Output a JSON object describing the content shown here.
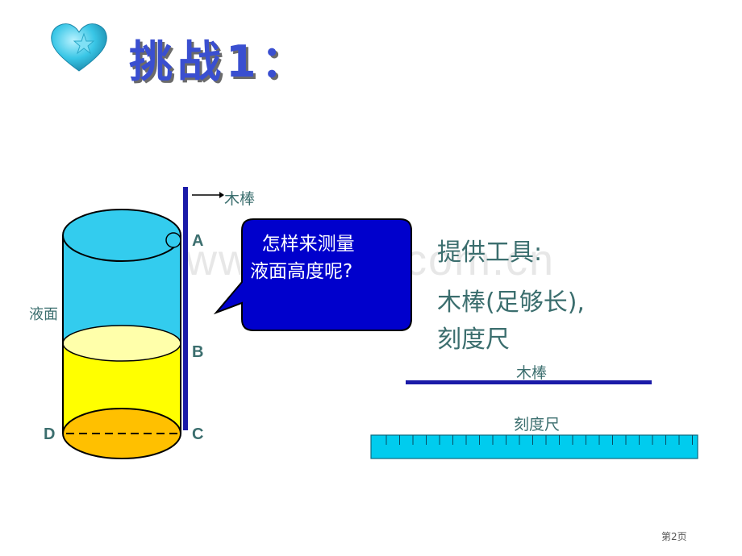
{
  "slide": {
    "title": "挑战1：",
    "heart_icon": "heart-star-icon",
    "labels": {
      "stick_top": "木棒",
      "liquid_surface": "液面",
      "point_a": "A",
      "point_b": "B",
      "point_c": "C",
      "point_d": "D"
    },
    "bubble_text": "  怎样来测量\n液面高度呢?",
    "tools": {
      "heading": "提供工具:",
      "line1": "木棒(足够长),",
      "line2": "刻度尺"
    },
    "stick_label": "木棒",
    "ruler_label": "刻度尺",
    "watermark": "www.zixin.com.cn",
    "page_number": "第2页",
    "colors": {
      "title": "#3a4fd0",
      "cylinder_top": "#33ccee",
      "liquid": "#ffff00",
      "base": "#ffc000",
      "stick": "#1a1aa8",
      "bubble": "#0000cc",
      "ruler": "#00ccee"
    }
  }
}
